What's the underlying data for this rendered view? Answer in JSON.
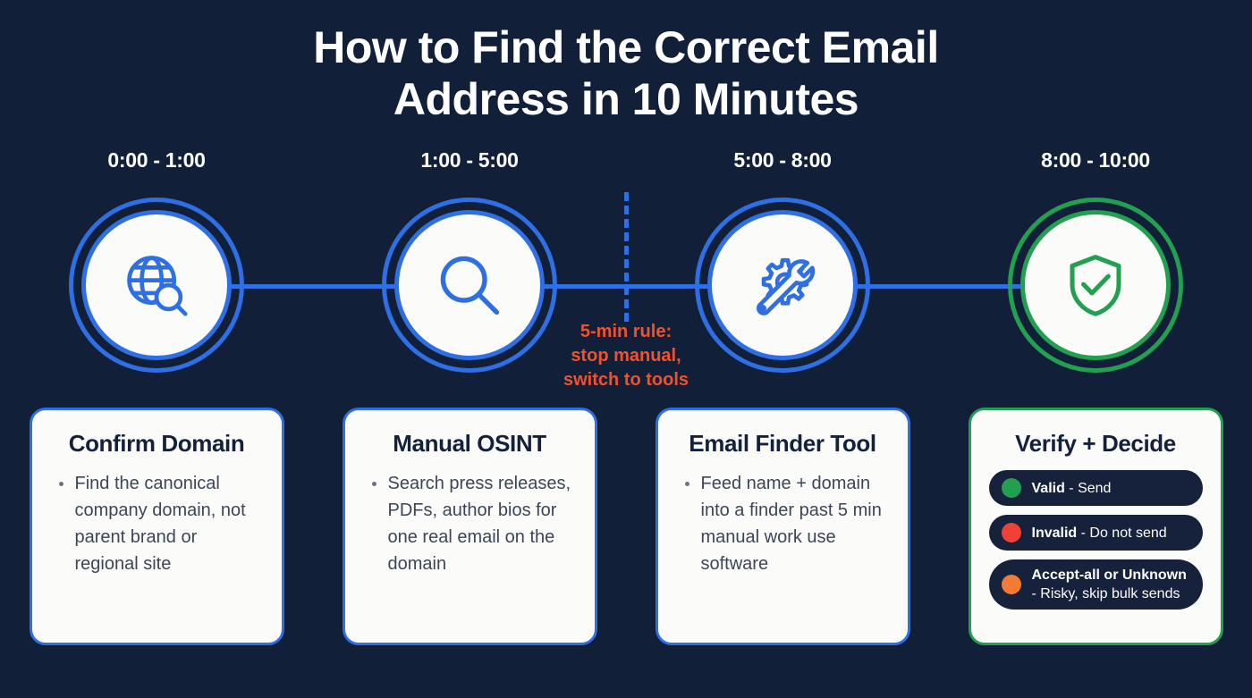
{
  "title": {
    "line1": "How to Find the Correct Email",
    "line2": "Address in 10 Minutes"
  },
  "colors": {
    "background": "#111f39",
    "blue": "#2f6fe4",
    "green": "#22a050",
    "orange": "#f0522f",
    "red": "#ef4136",
    "card_bg": "#fbfbf9",
    "pill_bg": "#16213c"
  },
  "stages": [
    {
      "time": "0:00 - 1:00",
      "icon": "globe-search-icon",
      "accent": "#2f6fe4"
    },
    {
      "time": "1:00 - 5:00",
      "icon": "magnifier-icon",
      "accent": "#2f6fe4"
    },
    {
      "time": "5:00 - 8:00",
      "icon": "wrench-gear-icon",
      "accent": "#2f6fe4"
    },
    {
      "time": "8:00 - 10:00",
      "icon": "shield-check-icon",
      "accent": "#22a050"
    }
  ],
  "rule_note": {
    "line1": "5-min rule:",
    "line2": "stop manual,",
    "line3": "switch to tools"
  },
  "cards": [
    {
      "title": "Confirm Domain",
      "bullets": [
        "Find the canonical company domain, not parent brand or regional site"
      ]
    },
    {
      "title": "Manual OSINT",
      "bullets": [
        "Search press releases, PDFs, author bios for one real email on the domain"
      ]
    },
    {
      "title": "Email Finder Tool",
      "bullets": [
        "Feed name + domain into a finder past 5 min manual work use software"
      ]
    },
    {
      "title": "Verify + Decide",
      "pills": [
        {
          "dot_color": "#22a050",
          "dot_name": "status-dot-valid",
          "lead": "Valid",
          "tail": " - Send",
          "two_line": false
        },
        {
          "dot_color": "#ef4136",
          "dot_name": "status-dot-invalid",
          "lead": "Invalid",
          "tail": " - Do not send",
          "two_line": false
        },
        {
          "dot_color": "#f47b35",
          "dot_name": "status-dot-accept-all",
          "lead": "Accept-all or Unknown",
          "tail": "- Risky, skip bulk sends",
          "two_line": true
        }
      ]
    }
  ]
}
